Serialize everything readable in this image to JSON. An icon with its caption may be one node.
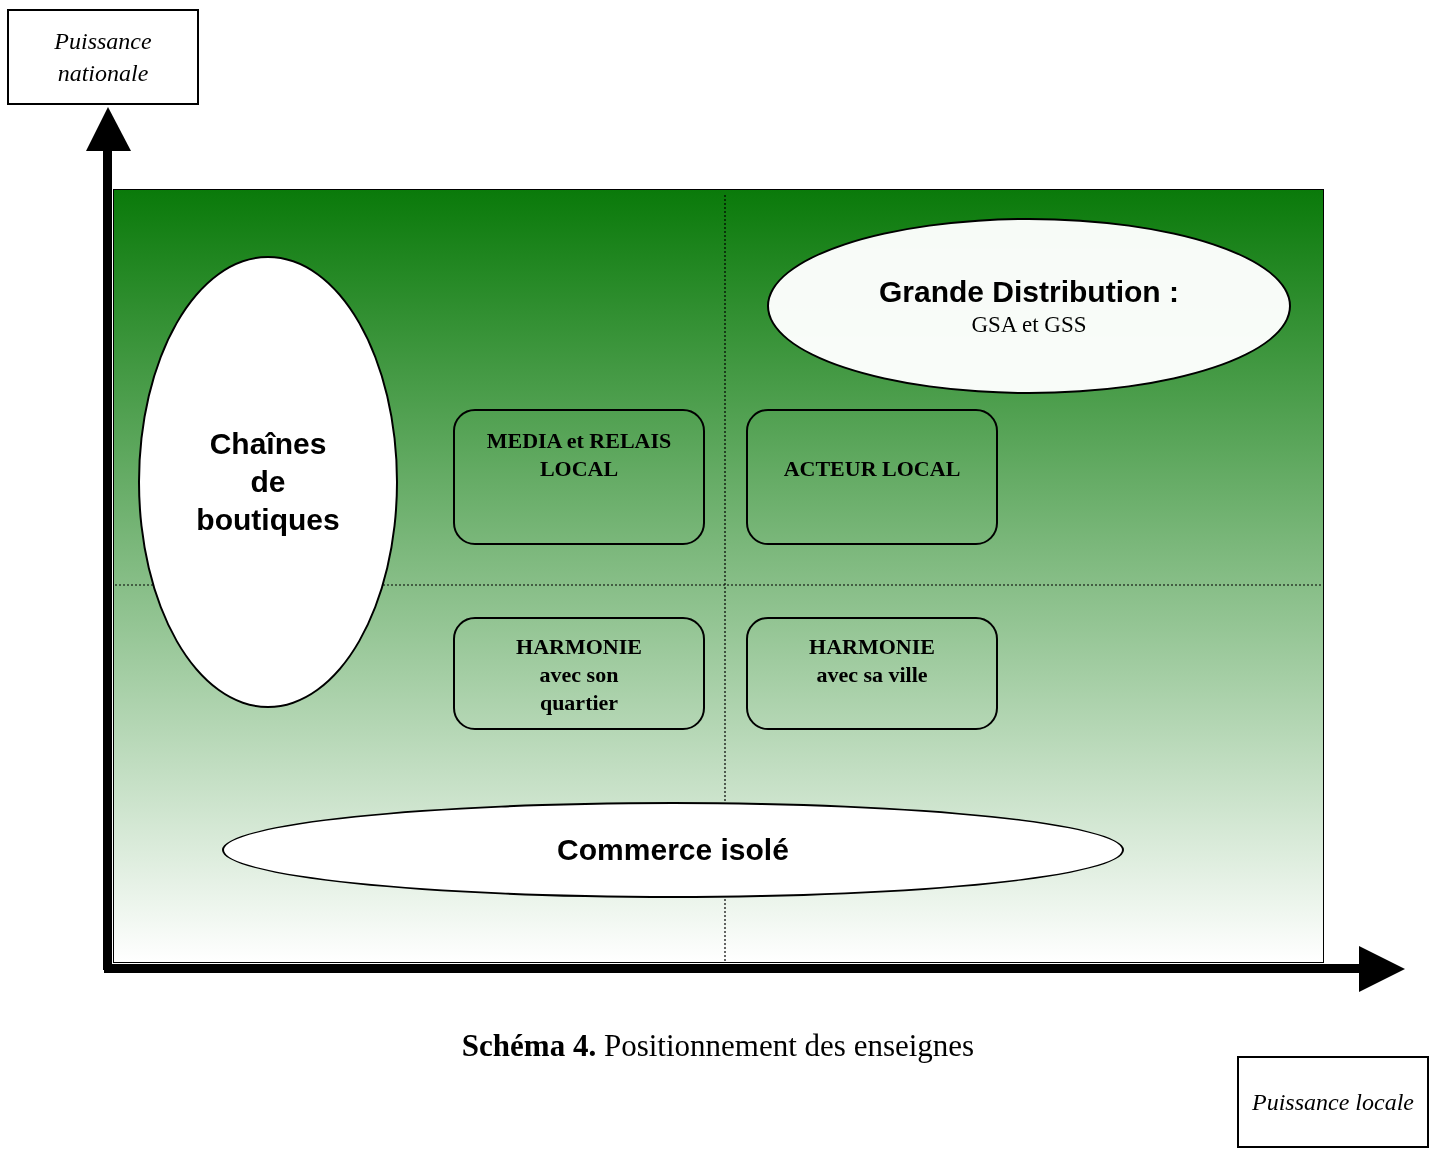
{
  "diagram": {
    "caption": "**Schéma 4.** Positionnement des enseignes",
    "nodes": [
      {
        "text": [
          "Puissance nationale"
        ]
      },
      {
        "text": [
          "Puissance locale"
        ]
      },
      {
        "text": [
          "Chaînes de boutiques"
        ]
      },
      {
        "text": [
          "Grande Distribution :",
          "GSA et GSS"
        ]
      },
      {
        "text": [
          "MEDIA et RELAIS LOCAL"
        ]
      },
      {
        "text": [
          "ACTEUR LOCAL"
        ]
      },
      {
        "text": [
          "HARMONIE avec son quartier"
        ]
      },
      {
        "text": [
          "HARMONIE avec sa ville"
        ]
      },
      {
        "text": [
          "Commerce isolé"
        ]
      }
    ],
    "edges": []
  }
}
